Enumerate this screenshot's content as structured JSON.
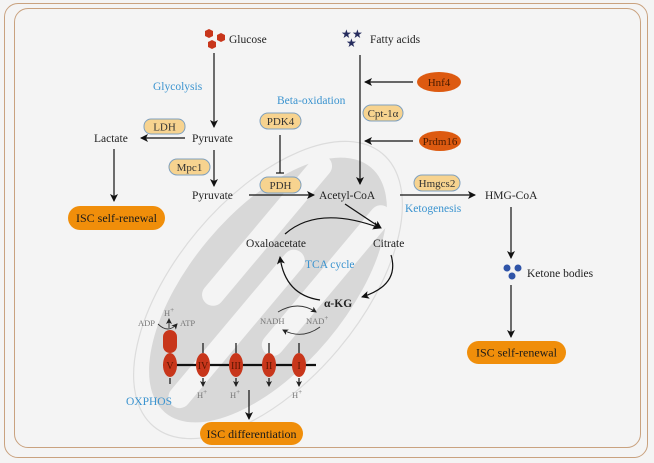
{
  "diagram": {
    "nodes": {
      "glucose": "Glucose",
      "fatty_acids": "Fatty acids",
      "lactate": "Lactate",
      "pyruvate_1": "Pyruvate",
      "pyruvate_2": "Pyruvate",
      "acetyl_coa": "Acetyl-CoA",
      "hmg_coa": "HMG-CoA",
      "ketone_bodies": "Ketone bodies",
      "oxaloacetate": "Oxaloacetate",
      "citrate": "Citrate",
      "akg": "α-KG",
      "nadh": "NADH",
      "nad": "NAD",
      "nad_sup": "+",
      "adp": "ADP",
      "atp": "ATP",
      "h": "H",
      "h_sup": "+"
    },
    "process_labels": {
      "glycolysis": "Glycolysis",
      "beta_oxidation": "Beta-oxidation",
      "ketogenesis": "Ketogenesis",
      "tca_cycle": "TCA cycle",
      "oxphos": "OXPHOS"
    },
    "enzymes": {
      "ldh": "LDH",
      "mpc1": "Mpc1",
      "pdk4": "PDK4",
      "pdh": "PDH",
      "cpt1a": "Cpt-1α",
      "hmgcs2": "Hmgcs2"
    },
    "regulators": {
      "hnf4": "Hnf4",
      "prdm16": "Prdm16"
    },
    "outcomes": {
      "self_renewal_left": "ISC self-renewal",
      "self_renewal_right": "ISC self-renewal",
      "differentiation": "ISC differentiation"
    },
    "complexes": [
      "V",
      "IV",
      "III",
      "II",
      "I"
    ],
    "colors": {
      "glucose_marker": "#c8361b",
      "fatty_acid_marker": "#262c5e",
      "ketone_marker": "#2f54a8",
      "enzyme_fill": "#f7d38f",
      "regulator_fill": "#dd5a10",
      "outcome_fill": "#f08e0a",
      "process_text": "#3a93cf",
      "frame": "#c9a27f"
    }
  }
}
